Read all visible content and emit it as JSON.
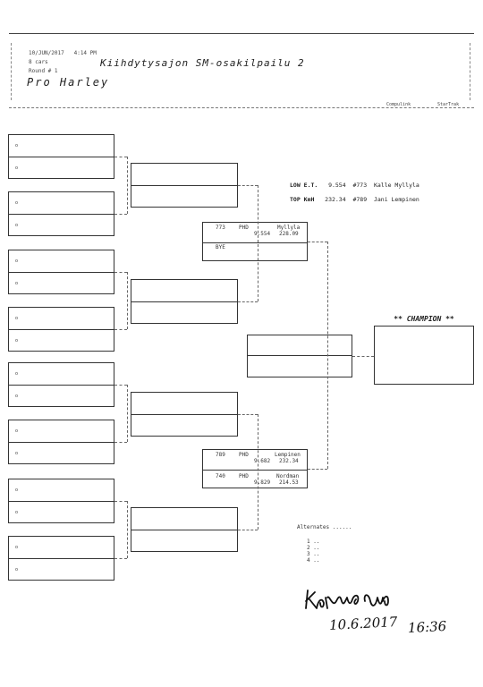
{
  "header": {
    "date": "10/JUN/2017",
    "time": "4:14 PM",
    "cars": "8 cars",
    "round": "Round # 1",
    "title": "Kiihdytysajon SM-osakilpailu 2",
    "class": "Pro Harley",
    "brand_left": "Compulink",
    "brand_right": "StarTrak"
  },
  "round1": [
    {
      "slot": "o"
    },
    {
      "slot": "o"
    },
    {
      "slot": "o"
    },
    {
      "slot": "o"
    },
    {
      "slot": "o"
    },
    {
      "slot": "o"
    },
    {
      "slot": "o"
    },
    {
      "slot": "o"
    },
    {
      "slot": "o"
    },
    {
      "slot": "o"
    },
    {
      "slot": "o"
    },
    {
      "slot": "o"
    },
    {
      "slot": "o"
    },
    {
      "slot": "o"
    },
    {
      "slot": "o"
    },
    {
      "slot": "o"
    }
  ],
  "semis": [
    {
      "num": "773",
      "class": "PHD",
      "name": "Myllyla",
      "et": "9.554",
      "speed": "228.09"
    },
    {
      "num": "",
      "class": "",
      "name": "BYE",
      "et": "",
      "speed": ""
    },
    {
      "num": "789",
      "class": "PHD",
      "name": "Lempinen",
      "et": "9.682",
      "speed": "232.34"
    },
    {
      "num": "740",
      "class": "PHD",
      "name": "Nordman",
      "et": "9.829",
      "speed": "214.53"
    }
  ],
  "stats": {
    "low_label": "LOW E.T.",
    "low_value": "9.554",
    "low_car": "#773",
    "low_driver": "Kalle Myllyla",
    "top_label": "TOP KmH",
    "top_value": "232.34",
    "top_car": "#789",
    "top_driver": "Jani Lempinen"
  },
  "champion_label": "** CHAMPION **",
  "alternates": {
    "label": "Alternates ......",
    "items": [
      "1 ..",
      "2 ..",
      "3 ..",
      "4 .."
    ]
  },
  "signature": {
    "date": "10.6.2017",
    "time": "16:36"
  }
}
